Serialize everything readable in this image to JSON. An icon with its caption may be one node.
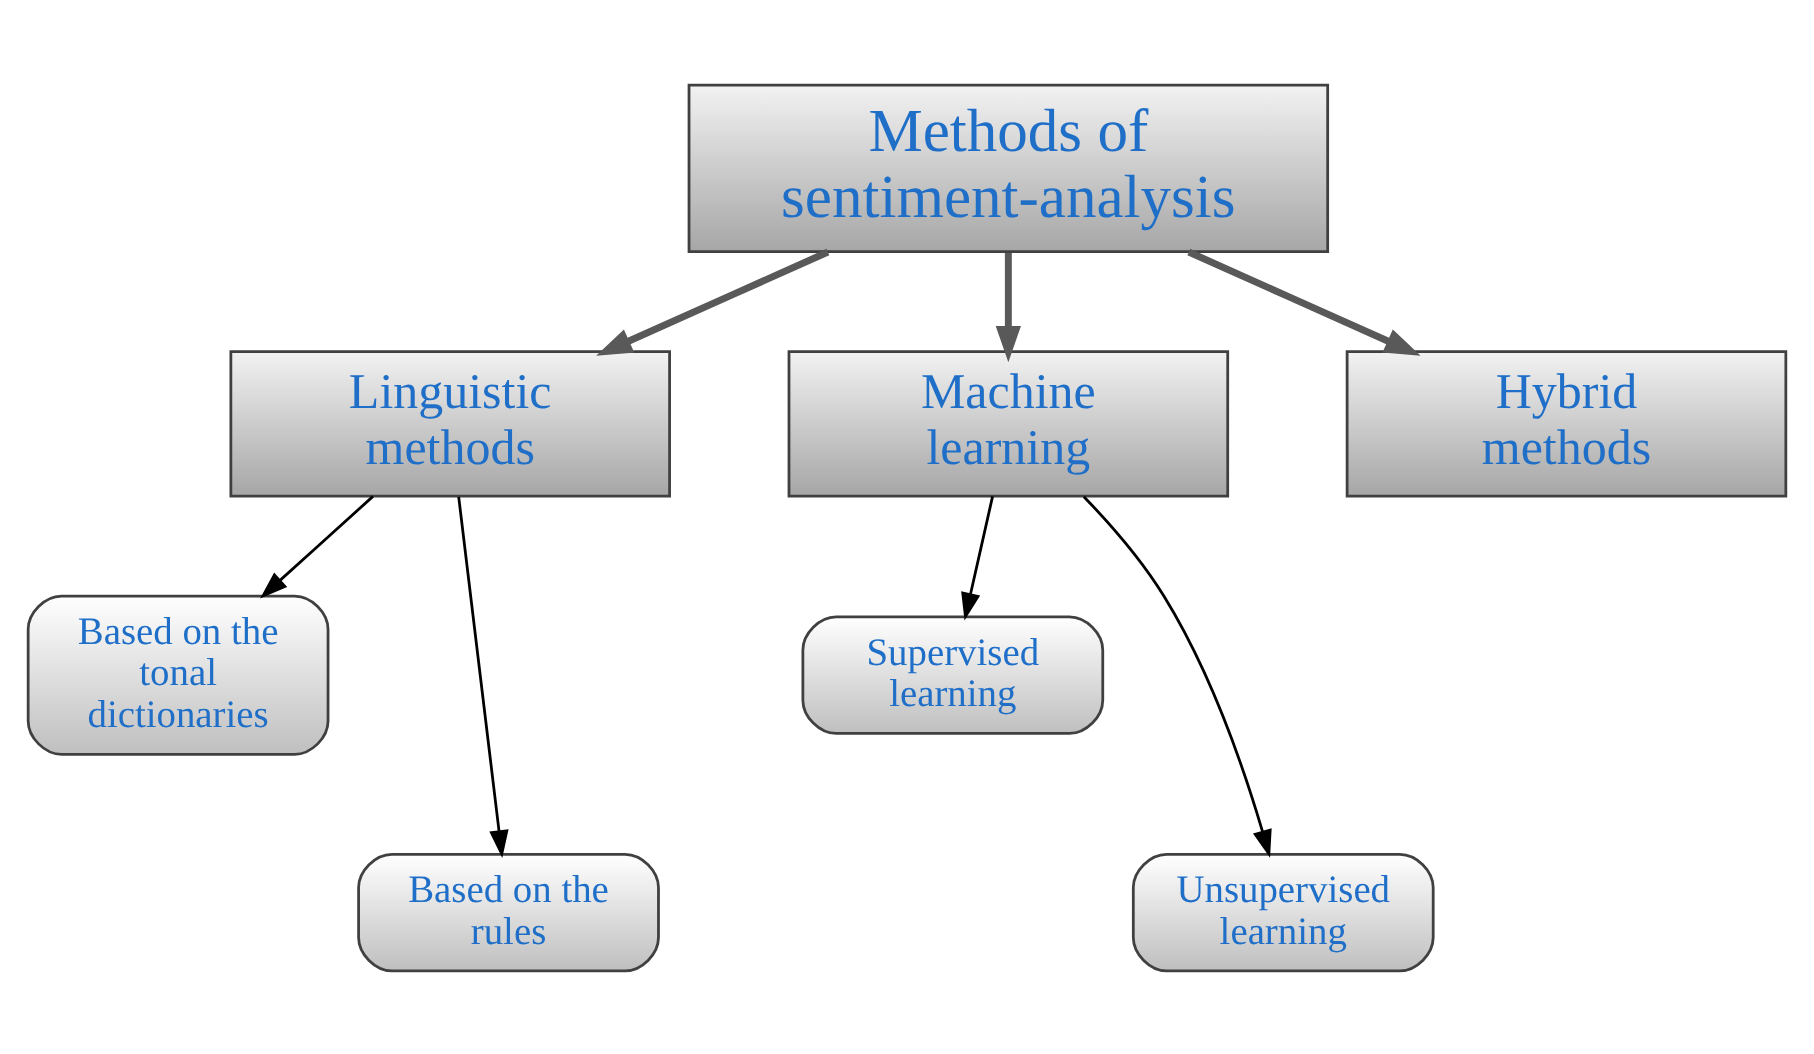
{
  "diagram": {
    "nodes": [
      {
        "text": [
          "Methods of sentiment-analysis"
        ]
      },
      {
        "text": [
          "Linguistic methods"
        ]
      },
      {
        "text": [
          "Machine learning"
        ]
      },
      {
        "text": [
          "Hybrid methods"
        ]
      },
      {
        "text": [
          "Based on the tonal dictionaries"
        ]
      },
      {
        "text": [
          "Based on the rules"
        ]
      },
      {
        "text": [
          "Supervised learning"
        ]
      },
      {
        "text": [
          "Unsupervised learning"
        ]
      }
    ],
    "edges": [
      {
        "from": 0,
        "to": 1,
        "arrow": "to",
        "style": "thick",
        "color": "#595959"
      },
      {
        "from": 0,
        "to": 2,
        "arrow": "to",
        "style": "thick",
        "color": "#595959"
      },
      {
        "from": 0,
        "to": 3,
        "arrow": "to",
        "style": "thick",
        "color": "#595959"
      },
      {
        "from": 1,
        "to": 4,
        "arrow": "to"
      },
      {
        "from": 1,
        "to": 5,
        "arrow": "to"
      },
      {
        "from": 2,
        "to": 6,
        "arrow": "to"
      },
      {
        "from": 2,
        "to": 7,
        "arrow": "to"
      }
    ]
  }
}
